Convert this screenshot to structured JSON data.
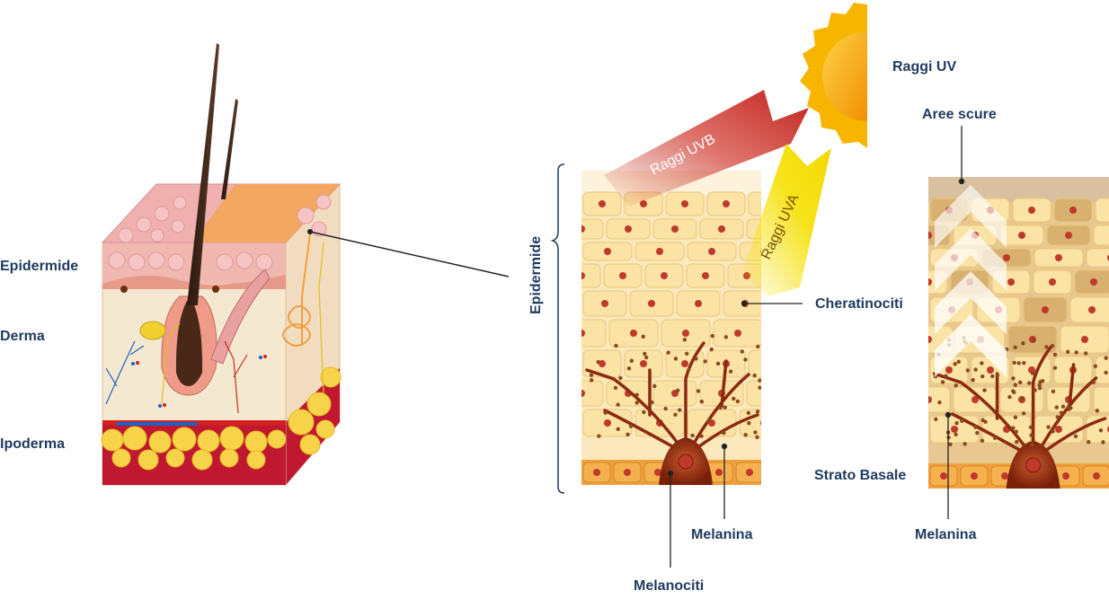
{
  "labels": {
    "epidermide": "Epidermide",
    "derma": "Derma",
    "ipoderma": "Ipoderma",
    "epidermide_vertical": "Epidermide",
    "raggi_uv": "Raggi UV",
    "raggi_uvb": "Raggi UVB",
    "raggi_uva": "Raggi UVA",
    "cheratinociti": "Cheratinociti",
    "melanina_center": "Melanina",
    "melanociti": "Melanociti",
    "aree_scure": "Aree scure",
    "strato_basale": "Strato Basale",
    "melanina_right": "Melanina"
  },
  "colors": {
    "label_text": "#1f3a5f",
    "cell_fill": "#fbe3a6",
    "cell_border": "#e8c77a",
    "nucleus": "#c0392b",
    "basal_layer": "#f0a040",
    "melanocyte": "#8b2a10",
    "sun": "#f7b500",
    "uvb_ray": "#c0392b",
    "uva_ray": "#f5e000",
    "skin_pink": "#f0b8b0",
    "hypodermis_fat": "#f7d34a",
    "hair": "#3a2418"
  }
}
